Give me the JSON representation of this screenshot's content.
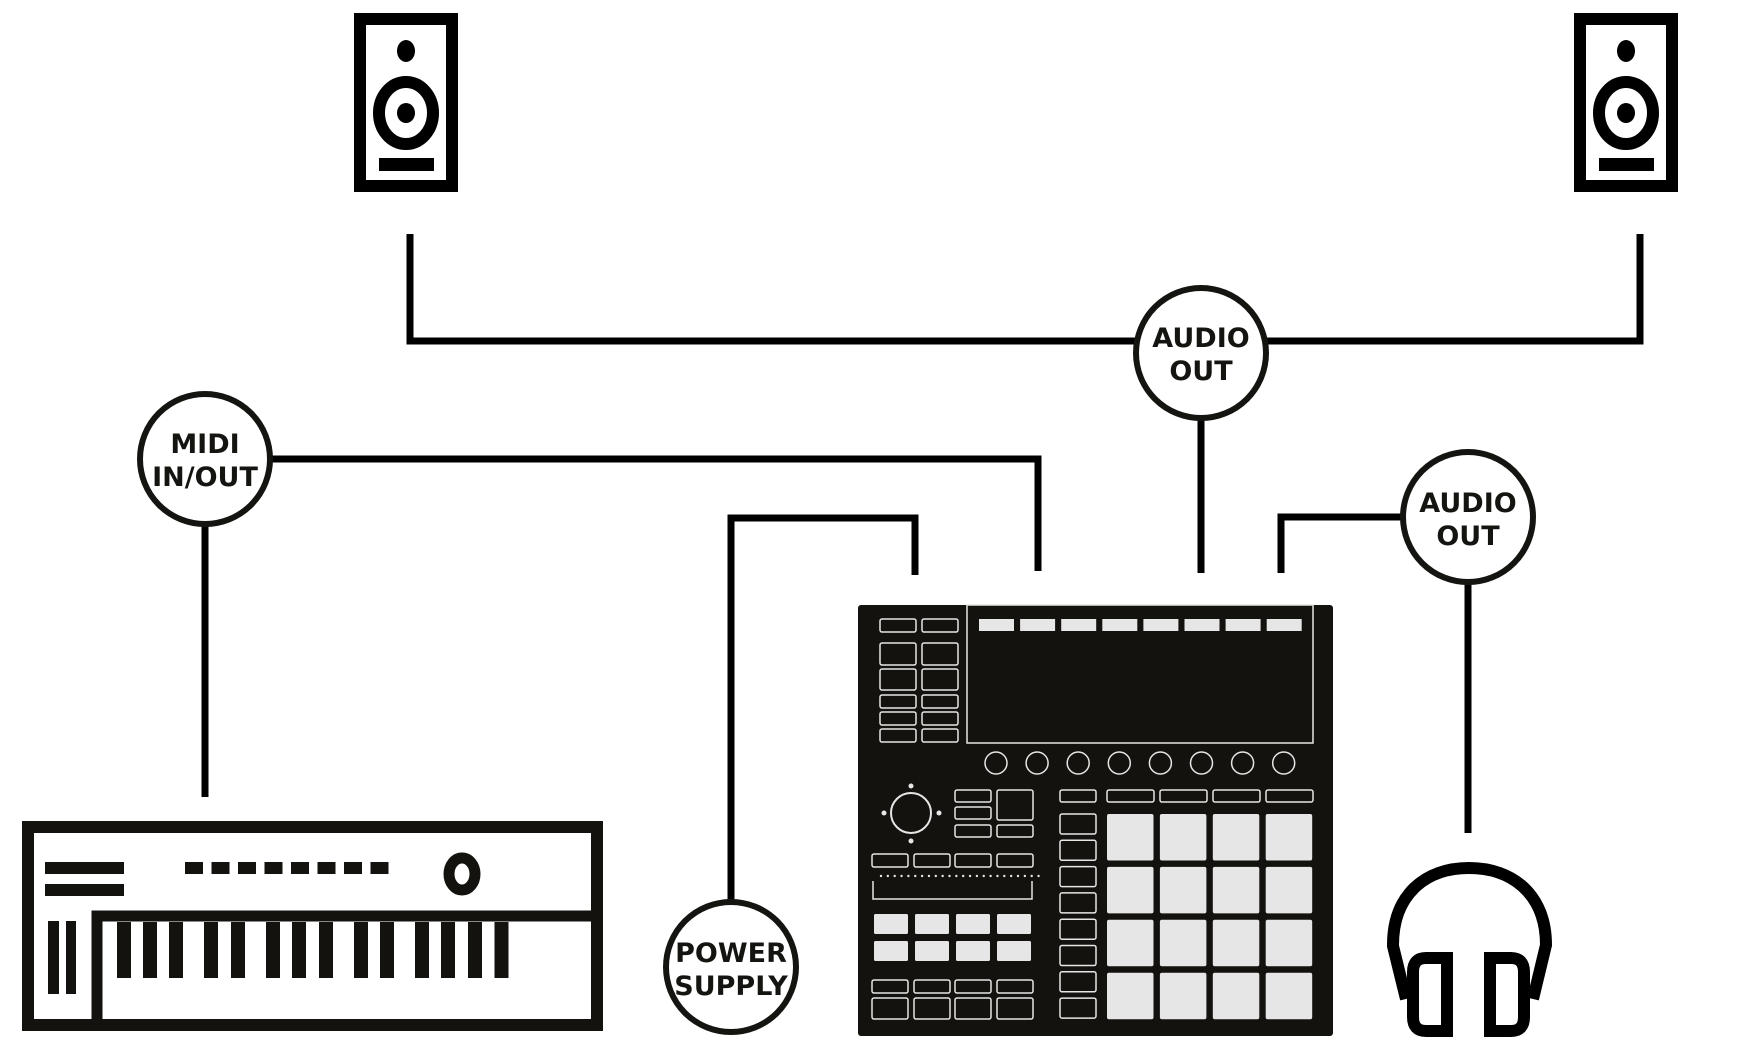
{
  "diagram": {
    "title": "Maschine setup diagram",
    "colors": {
      "ink": "#000000",
      "device_body": "#13120e",
      "device_lines": "#e6e6e6",
      "background": "#ffffff"
    },
    "nodes": {
      "midi": {
        "line1": "MIDI",
        "line2": "IN/OUT"
      },
      "audio_out_main": {
        "line1": "AUDIO",
        "line2": "OUT"
      },
      "audio_out_headphones": {
        "line1": "AUDIO",
        "line2": "OUT"
      },
      "power": {
        "line1": "POWER",
        "line2": "SUPPLY"
      }
    },
    "devices": {
      "left_speaker": "speaker-left",
      "right_speaker": "speaker-right",
      "keyboard": "midi-keyboard",
      "controller": "maschine-controller",
      "headphones": "headphones"
    },
    "controller_layout": {
      "display_soft_buttons": 8,
      "knobs": 8,
      "pads_rows": 4,
      "pads_cols": 4,
      "group_buttons": 8,
      "smart_strip_dots": 24
    },
    "keyboard_layout": {
      "black_keys": 14,
      "display_segments": 8
    }
  }
}
